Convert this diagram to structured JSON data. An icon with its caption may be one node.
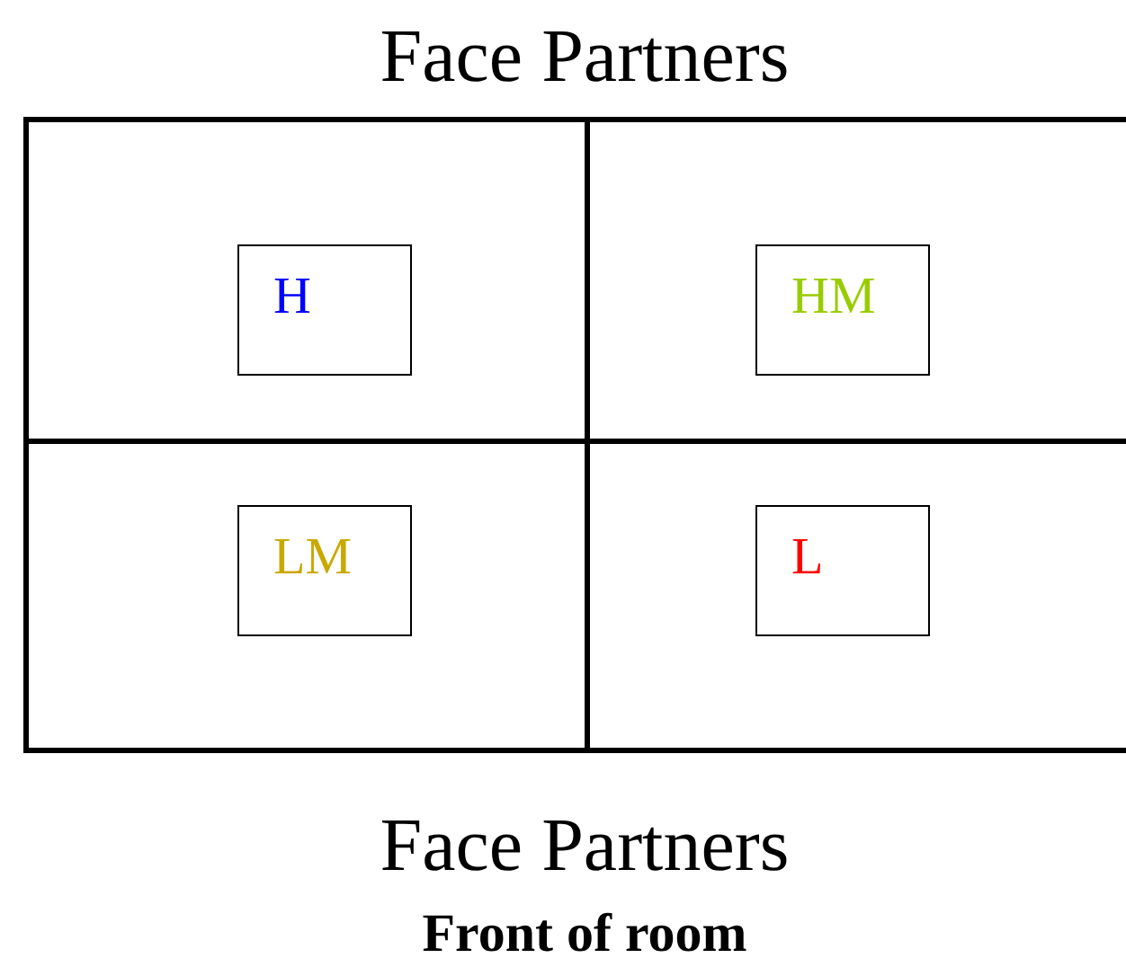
{
  "diagram": {
    "title": "Face Partners",
    "nodes": [
      {
        "text": [
          "H"
        ]
      },
      {
        "text": [
          "HM"
        ]
      },
      {
        "text": [
          "LM"
        ]
      },
      {
        "text": [
          "L"
        ]
      }
    ],
    "labels": [
      "Face Partners",
      "Front of room"
    ]
  }
}
